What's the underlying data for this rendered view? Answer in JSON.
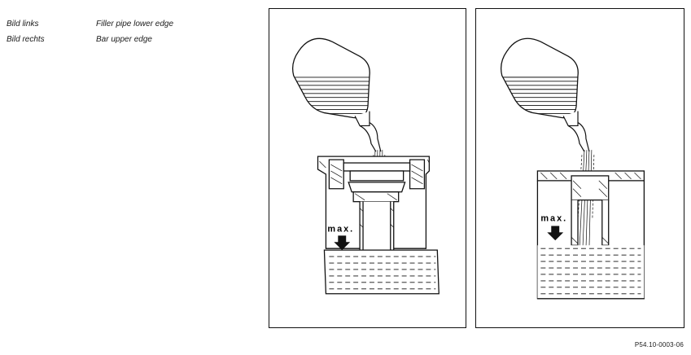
{
  "legend": [
    {
      "key": "Bild links",
      "value": "Filler pipe lower edge"
    },
    {
      "key": "Bild rechts",
      "value": "Bar upper edge"
    }
  ],
  "panels": {
    "left": {
      "marker_label": "max."
    },
    "right": {
      "marker_label": "max."
    }
  },
  "reference_code": "P54.10-0003-06"
}
